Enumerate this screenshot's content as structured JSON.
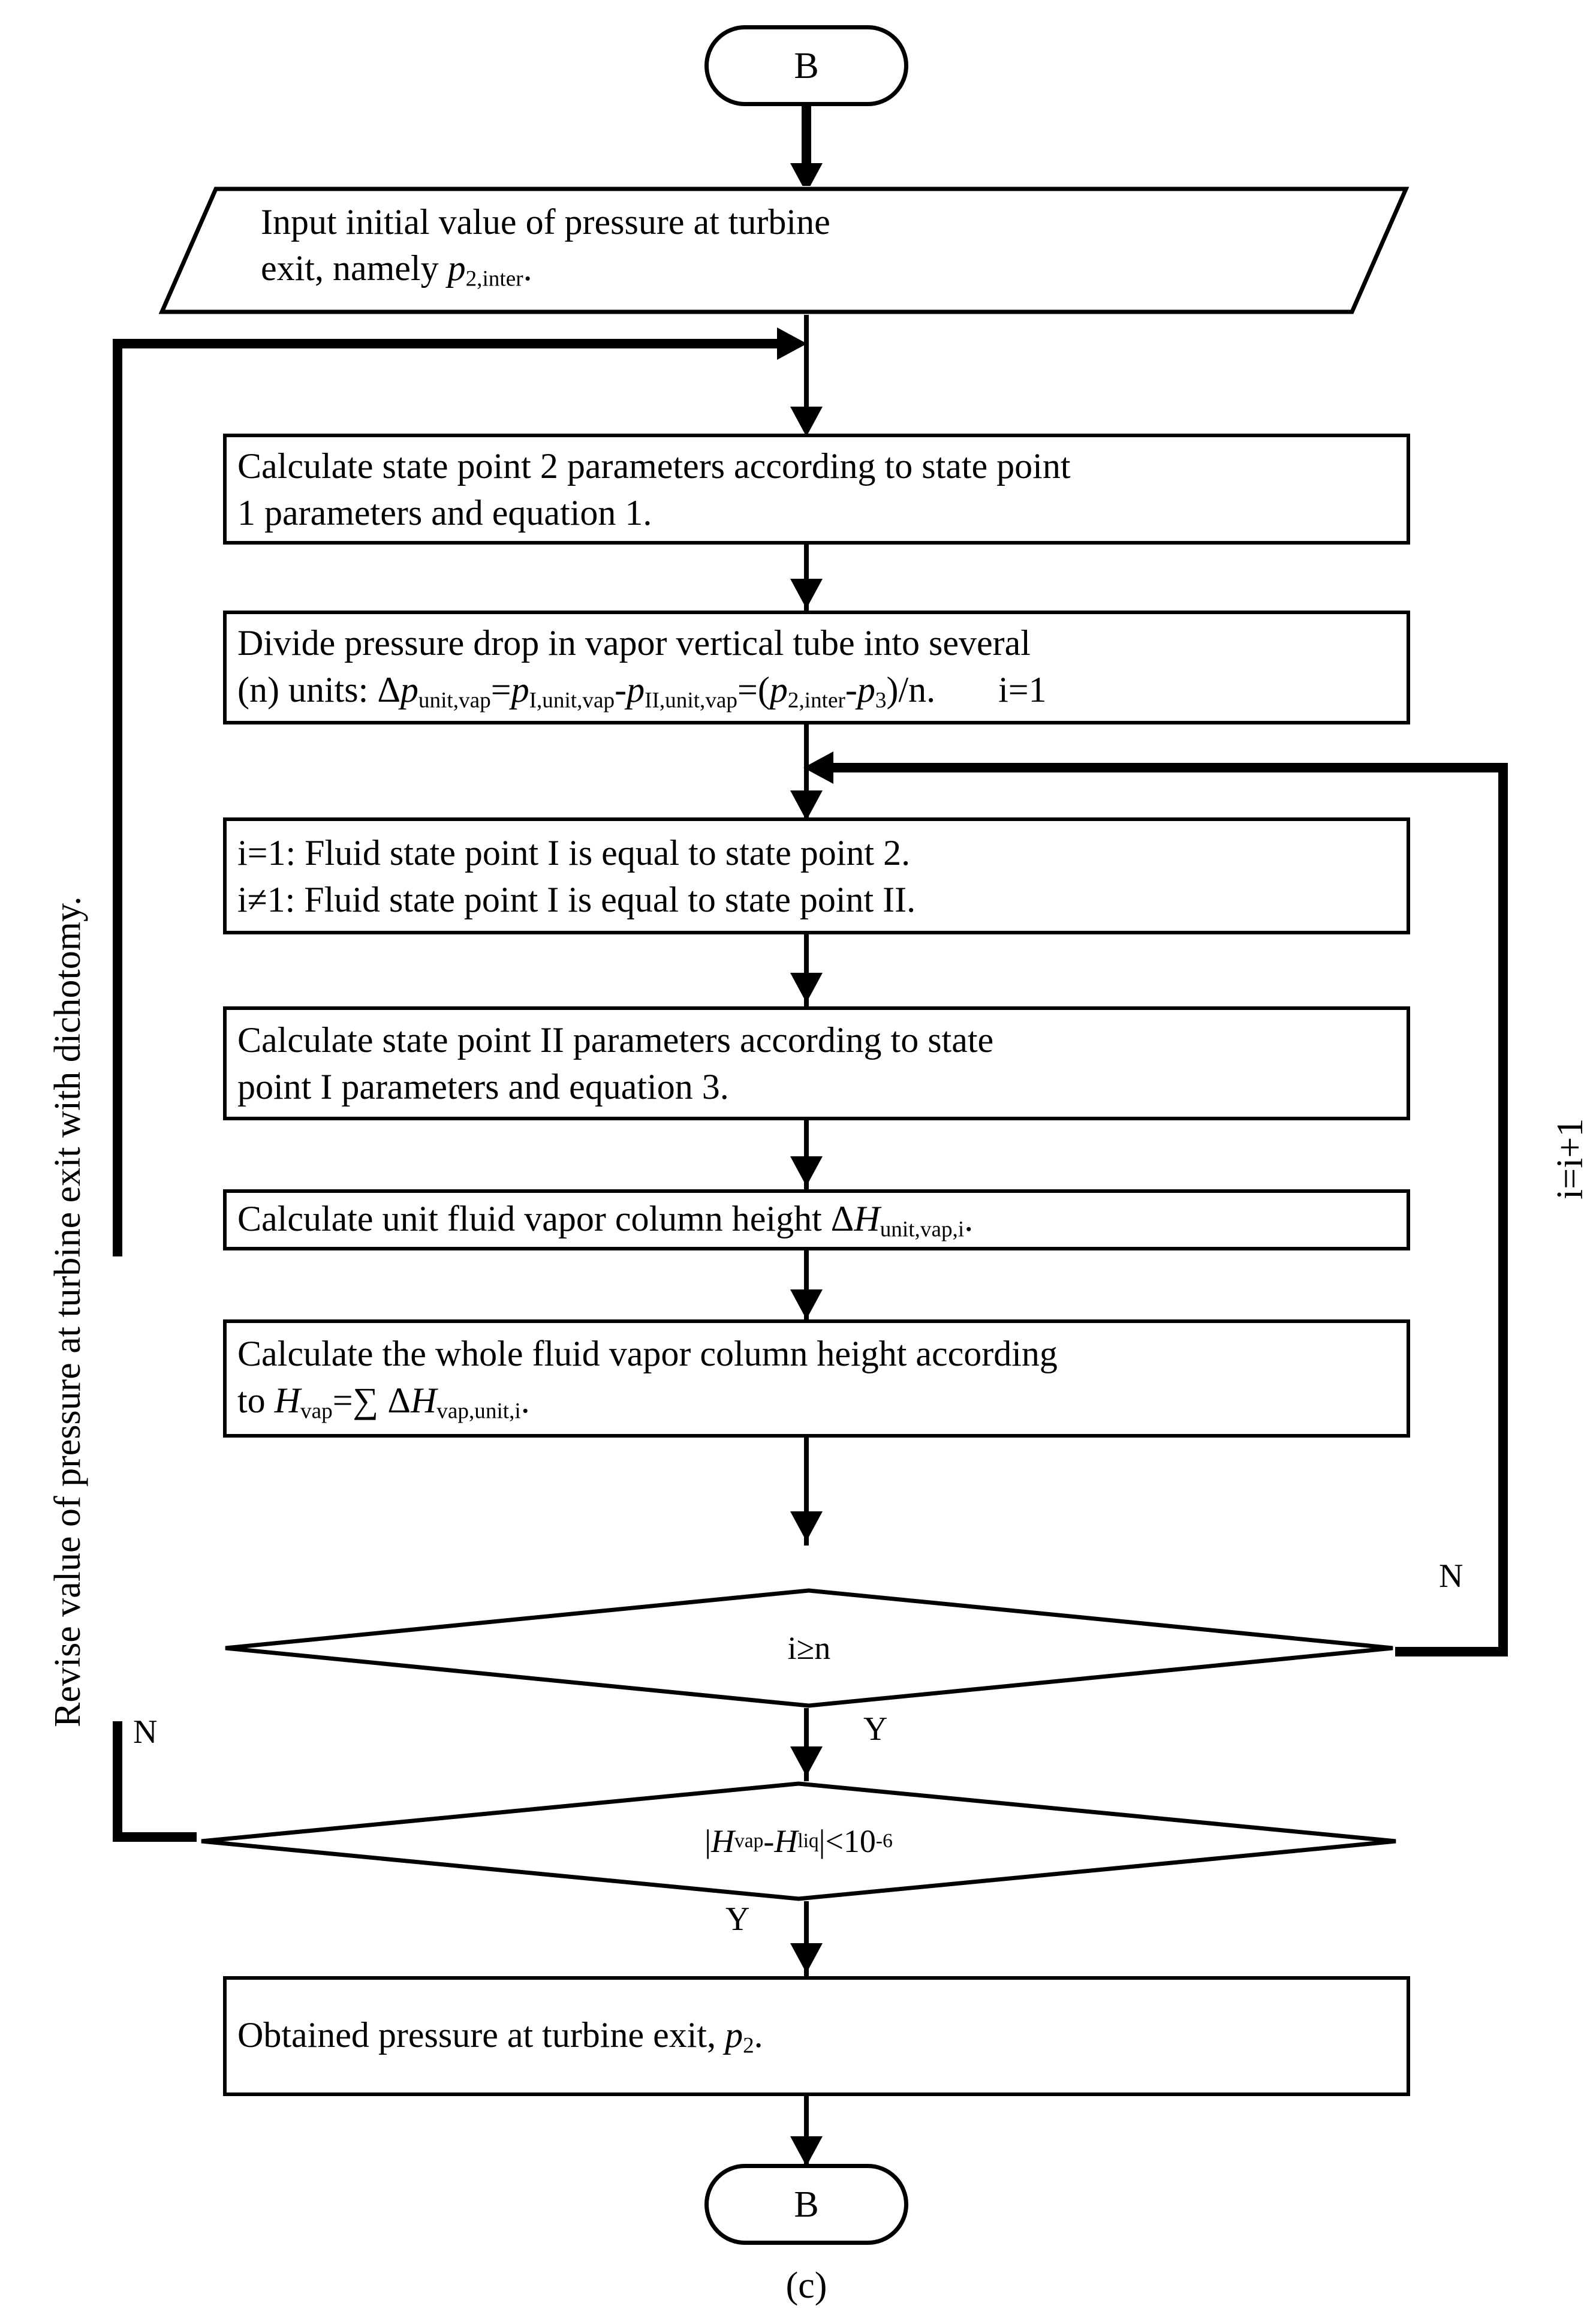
{
  "figure": {
    "caption": "(c)",
    "side_label_left": "Revise value of pressure at turbine exit with dichotomy.",
    "side_label_right": "i=i+1"
  },
  "nodes": {
    "start_terminal": {
      "label": "B"
    },
    "end_terminal": {
      "label": "B"
    },
    "input": {
      "line1": "Input initial value of pressure at turbine",
      "line2_pre": "exit, namely ",
      "line2_sym": "p",
      "line2_sub": "2,inter",
      "line2_post": "."
    },
    "box1": {
      "line1": "Calculate state point 2 parameters according to state point",
      "line2": "1 parameters and equation 1."
    },
    "box2": {
      "line1": "Divide pressure drop in vapor vertical tube into several",
      "line2_a": "(n) units: Δ",
      "line2_p1": "p",
      "line2_p1sub": "unit,vap",
      "line2_eq1": "=",
      "line2_p2": "p",
      "line2_p2sub": "I,unit,vap",
      "line2_minus": "-",
      "line2_p3": "p",
      "line2_p3sub": "II,unit,vap",
      "line2_eq2": "=(",
      "line2_p4": "p",
      "line2_p4sub": "2,inter",
      "line2_minus2": "-",
      "line2_p5": "p",
      "line2_p5sub": "3",
      "line2_tail": ")/n.",
      "line2_counter": "i=1"
    },
    "box3": {
      "line1": "i=1: Fluid state point I is equal to state point 2.",
      "line2": "i≠1: Fluid state point I is equal to state point II."
    },
    "box4": {
      "line1": "Calculate state point II parameters  according to state",
      "line2": "point I parameters and equation 3."
    },
    "box5": {
      "line1_pre": "Calculate unit fluid vapor column height Δ",
      "line1_sym": "H",
      "line1_sub": "unit,vap,i",
      "line1_post": "."
    },
    "box6": {
      "line1": "Calculate the whole fluid vapor column height according",
      "line2_pre": "to ",
      "line2_h1": "H",
      "line2_h1sub": "vap",
      "line2_mid": "=∑ Δ",
      "line2_h2": "H",
      "line2_h2sub": "vap,unit,i",
      "line2_post": "."
    },
    "decision1": {
      "label": "i≥n"
    },
    "decision2": {
      "pre": "|",
      "h1": "H",
      "h1sub": "vap",
      "minus": "-",
      "h2": "H",
      "h2sub": "liq",
      "mid": "|<10",
      "exp": "-6"
    },
    "output": {
      "pre": "Obtained pressure at turbine exit, ",
      "sym": "p",
      "sub": "2",
      "post": "."
    }
  },
  "branch_labels": {
    "decision1_no": "N",
    "decision1_yes": "Y",
    "decision2_no": "N",
    "decision2_yes": "Y"
  },
  "colors": {
    "stroke": "#000000",
    "background": "#ffffff"
  }
}
